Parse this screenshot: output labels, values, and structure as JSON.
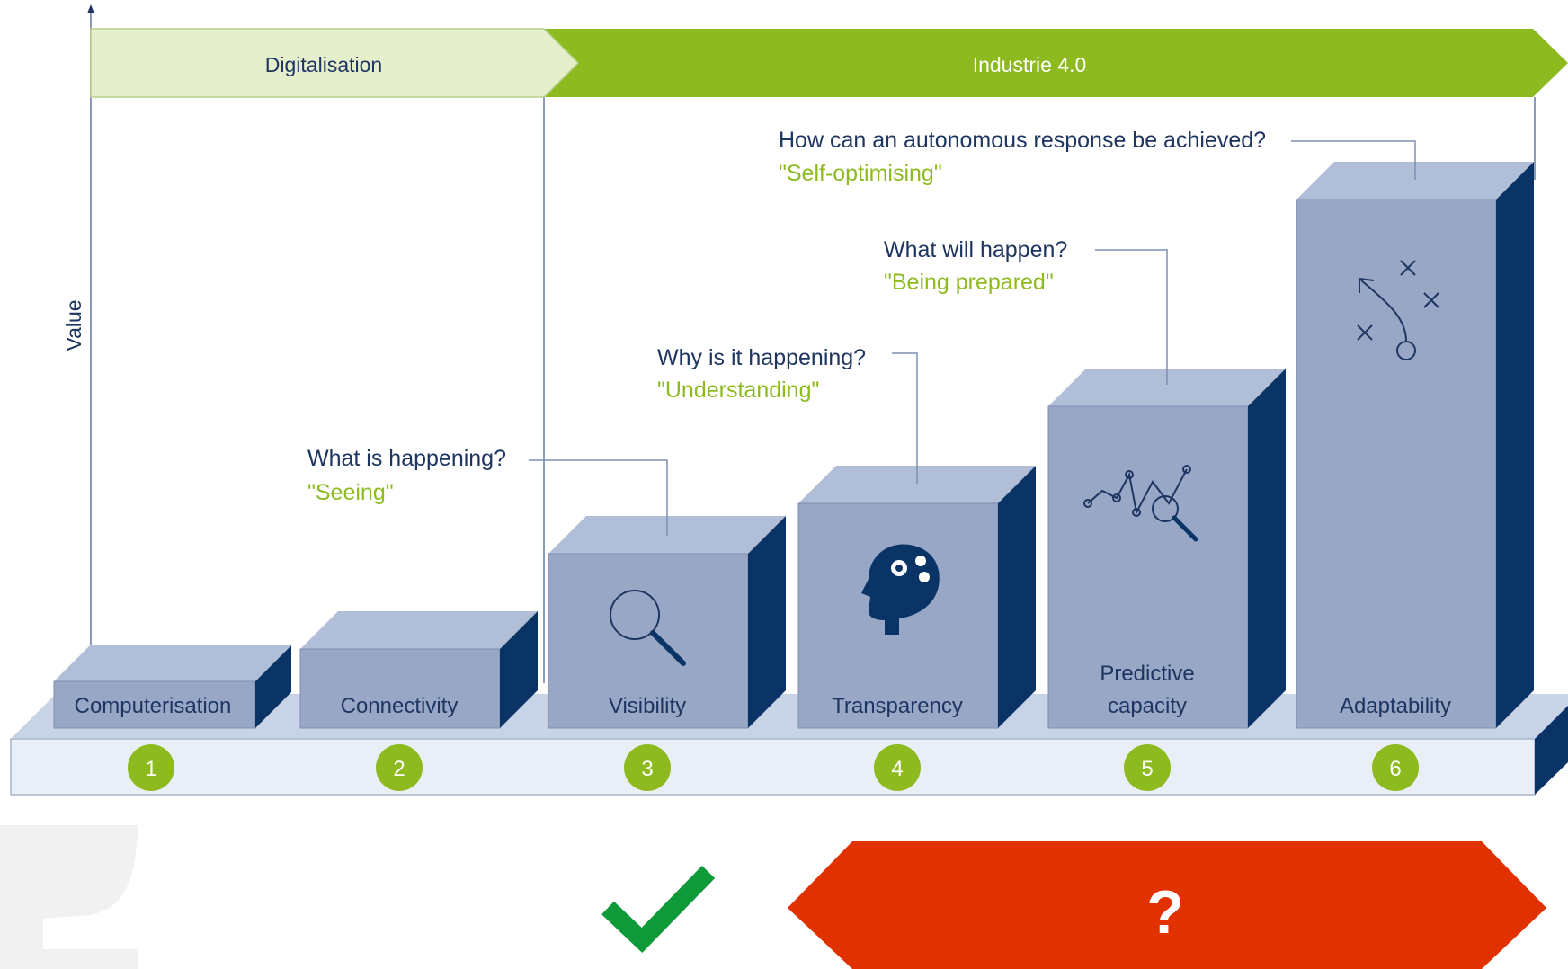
{
  "phases": {
    "digitalisation": "Digitalisation",
    "industrie": "Industrie 4.0"
  },
  "y_axis_label": "Value",
  "stages": [
    {
      "number": "1",
      "label": "Computerisation",
      "question": "",
      "answer": ""
    },
    {
      "number": "2",
      "label": "Connectivity",
      "question": "",
      "answer": ""
    },
    {
      "number": "3",
      "label": "Visibility",
      "question": "What is happening?",
      "answer": "\"Seeing\""
    },
    {
      "number": "4",
      "label": "Transparency",
      "question": "Why is it happening?",
      "answer": "\"Understanding\""
    },
    {
      "number": "5",
      "label_line1": "Predictive",
      "label_line2": "capacity",
      "question": "What will happen?",
      "answer": "\"Being prepared\""
    },
    {
      "number": "6",
      "label": "Adaptability",
      "question": "How can an autonomous response be achieved?",
      "answer": "\"Self-optimising\""
    }
  ],
  "status": {
    "check_mark": "✓",
    "question_mark": "?"
  },
  "colors": {
    "phase_light": "#e5efcc",
    "phase_green": "#8dbb1f",
    "box_face": "#99a7c6",
    "box_top": "#b1bed7",
    "box_side": "#0b3466",
    "label_green": "#8dbb1f",
    "question_text": "#1d3560",
    "check_green": "#0f9a3a",
    "alert_red": "#e23100"
  }
}
